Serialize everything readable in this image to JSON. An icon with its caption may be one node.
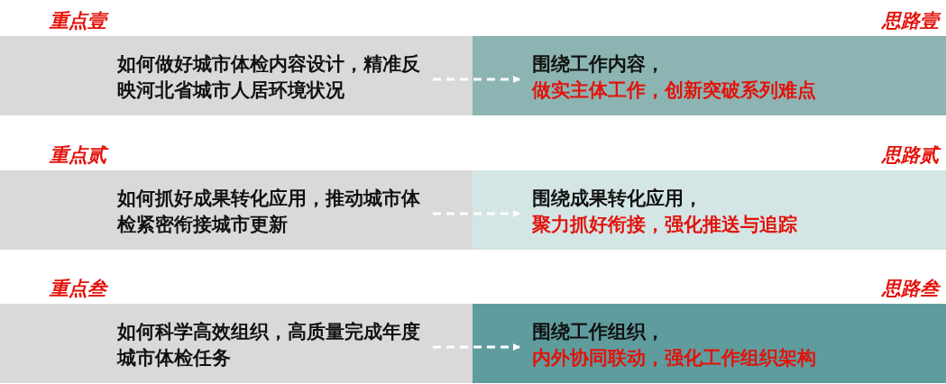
{
  "diagram": {
    "nodes": [
      {
        "text": [
          "重点壹",
          "如何做好城市体检内容设计，精准反映河北省城市人居环境状况"
        ]
      },
      {
        "text": [
          "思路壹",
          "围绕工作内容，",
          "做实主体工作，创新突破系列难点"
        ]
      },
      {
        "text": [
          "重点贰",
          "如何抓好成果转化应用，推动城市体检紧密衔接城市更新"
        ]
      },
      {
        "text": [
          "思路贰",
          "围绕成果转化应用，",
          "聚力抓好衔接，强化推送与追踪"
        ]
      },
      {
        "text": [
          "重点叁",
          "如何科学高效组织，高质量完成年度城市体检任务"
        ]
      },
      {
        "text": [
          "思路叁",
          "围绕工作组织，",
          "内外协同联动，强化工作组织架构"
        ]
      }
    ],
    "edges": [
      {
        "from": 0,
        "to": 1,
        "arrow": "to",
        "style": "dashed"
      },
      {
        "from": 2,
        "to": 3,
        "arrow": "to",
        "style": "dashed"
      },
      {
        "from": 4,
        "to": 5,
        "arrow": "to",
        "style": "dashed"
      }
    ]
  }
}
